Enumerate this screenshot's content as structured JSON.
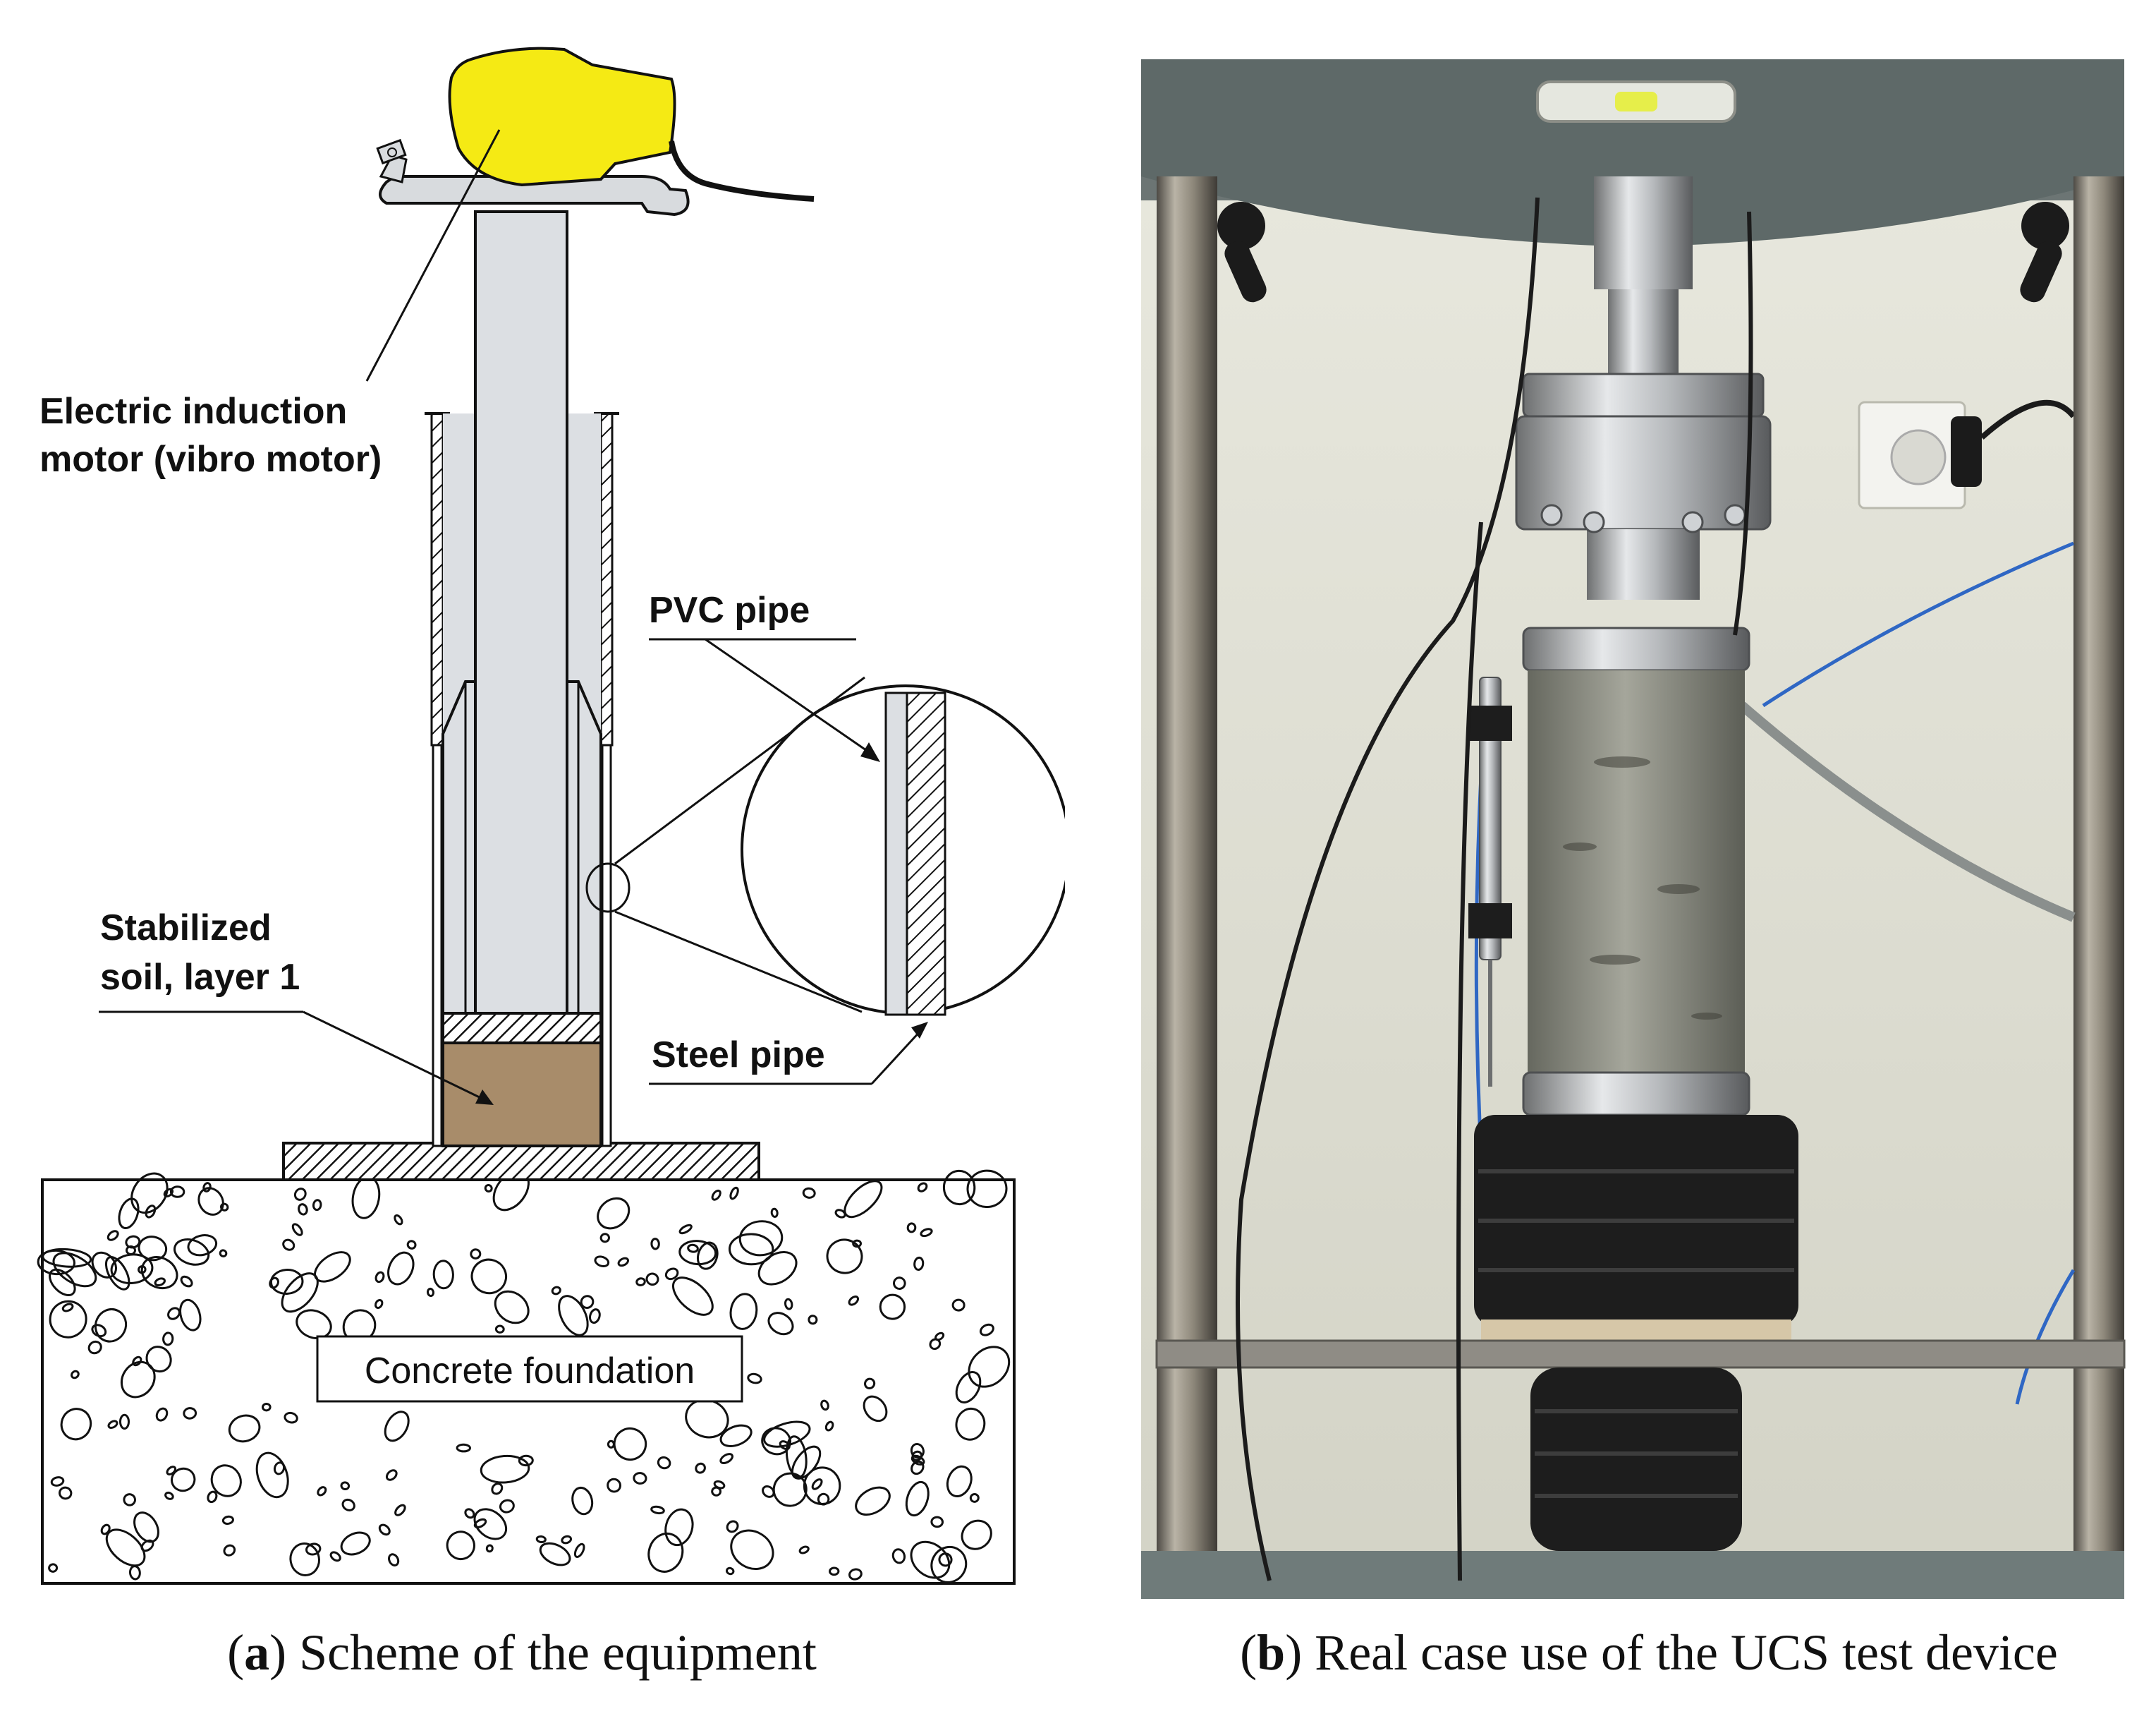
{
  "panel_a": {
    "labels": {
      "motor_line1": "Electric induction",
      "motor_line2": "motor (vibro motor)",
      "pvc": "PVC pipe",
      "steel": "Steel pipe",
      "soil_line1": "Stabilized",
      "soil_line2": "soil, layer 1",
      "foundation": "Concrete foundation"
    },
    "caption": {
      "letter": "a",
      "text": "Scheme of the equipment"
    }
  },
  "panel_b": {
    "caption": {
      "letter": "b",
      "text": "Real case use of the UCS test device"
    }
  },
  "colors": {
    "motor": "#f5ea14",
    "pipe_fill": "#dcdfe3",
    "soil": "#a88c6a",
    "photo_wall": "#dfe0d6",
    "photo_machine_top": "#5e6968",
    "specimen": "#8c8e84"
  }
}
